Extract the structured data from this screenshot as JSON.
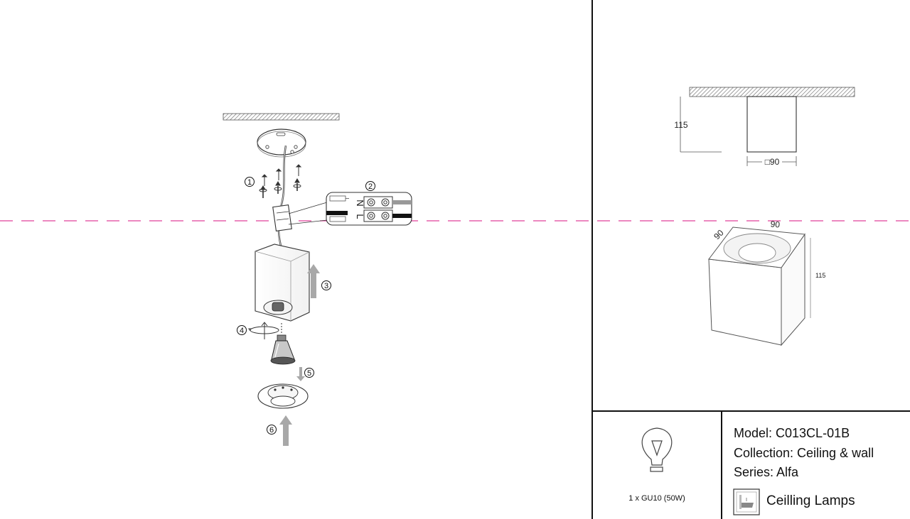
{
  "assembly": {
    "step_numbers": [
      "1",
      "2",
      "3",
      "4",
      "5",
      "6"
    ],
    "wiring_labels": [
      "N",
      "L"
    ]
  },
  "dimensions": {
    "front_height": "115",
    "front_width": "□90",
    "iso_left": "90",
    "iso_top": "90",
    "iso_height": "115"
  },
  "bulb": {
    "icon": "light-bulb-icon",
    "caption": "1 x GU10 (50W)"
  },
  "info": {
    "model": "Model: C013CL-01B",
    "collection": "Collection: Ceiling & wall",
    "series": "Series: Alfa",
    "category_icon": "ceiling-lamp-icon",
    "category": "Ceilling Lamps"
  },
  "colors": {
    "guide_line": "#e0409a",
    "arrow_gray": "#a8a8a8",
    "line": "#222222"
  }
}
